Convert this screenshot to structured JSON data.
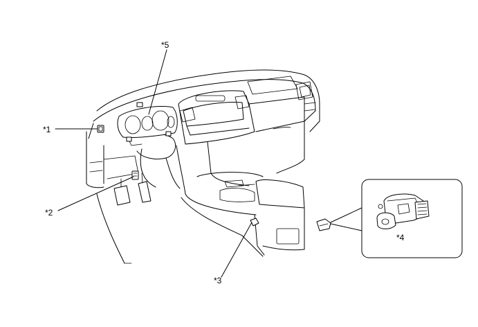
{
  "callouts": {
    "c1": "*1",
    "c2": "*2",
    "c3": "*3",
    "c4": "*4",
    "c5": "*5"
  }
}
